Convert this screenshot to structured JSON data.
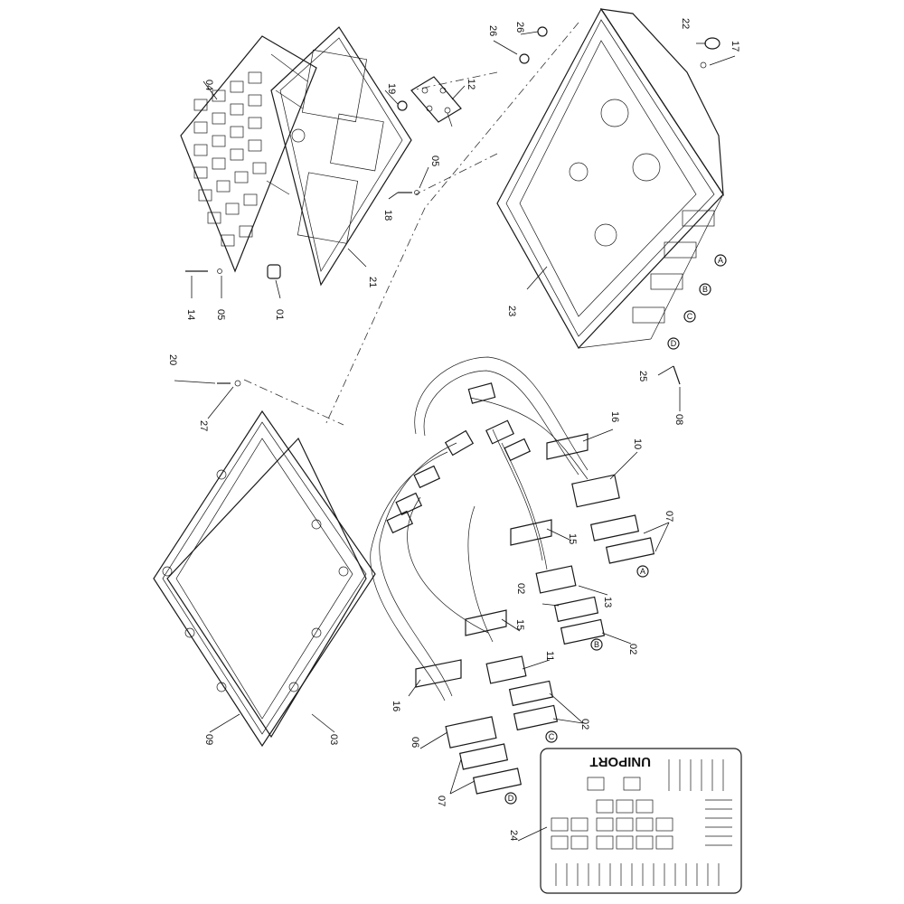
{
  "callouts": [
    {
      "text": "04"
    },
    {
      "text": "19"
    },
    {
      "text": "12"
    },
    {
      "text": "05"
    },
    {
      "text": "18"
    },
    {
      "text": "21"
    },
    {
      "text": "14"
    },
    {
      "text": "05"
    },
    {
      "text": "01"
    },
    {
      "text": "26"
    },
    {
      "text": "26"
    },
    {
      "text": "22"
    },
    {
      "text": "17"
    },
    {
      "text": "23"
    },
    {
      "text": "20"
    },
    {
      "text": "27"
    },
    {
      "text": "25"
    },
    {
      "text": "08"
    },
    {
      "text": "09"
    },
    {
      "text": "03"
    },
    {
      "text": "16"
    },
    {
      "text": "10"
    },
    {
      "text": "07"
    },
    {
      "text": "15"
    },
    {
      "text": "13"
    },
    {
      "text": "02"
    },
    {
      "text": "02"
    },
    {
      "text": "15"
    },
    {
      "text": "11"
    },
    {
      "text": "16"
    },
    {
      "text": "02"
    },
    {
      "text": "06"
    },
    {
      "text": "07"
    },
    {
      "text": "24"
    }
  ],
  "circle_markers": [
    {
      "text": "A"
    },
    {
      "text": "B"
    },
    {
      "text": "C"
    },
    {
      "text": "D"
    },
    {
      "text": "A"
    },
    {
      "text": "B"
    },
    {
      "text": "C"
    },
    {
      "text": "D"
    }
  ],
  "panel": {
    "brand": "UNIPORT"
  }
}
